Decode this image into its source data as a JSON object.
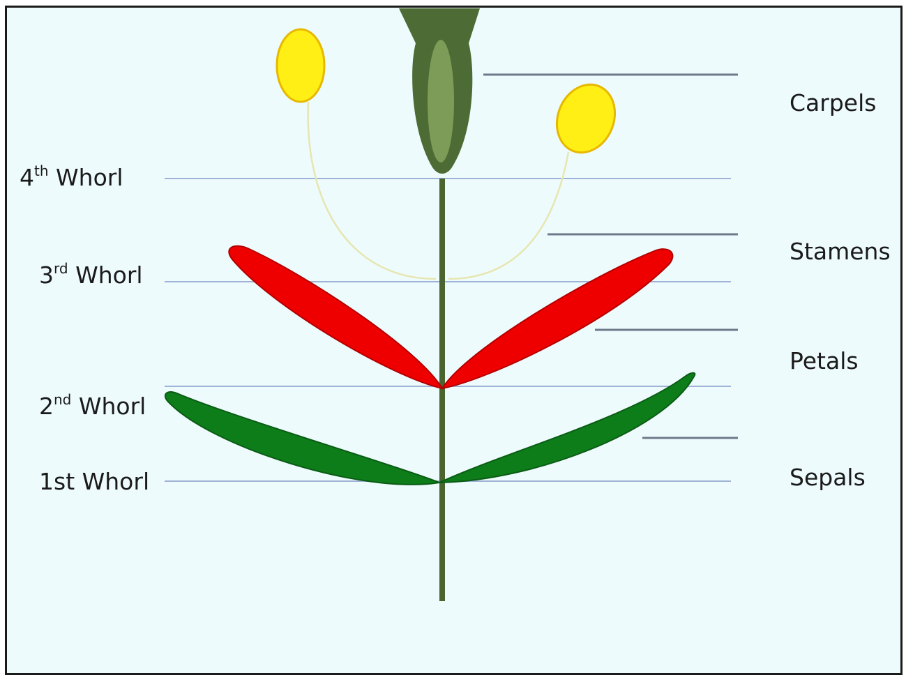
{
  "whorls": [
    {
      "num": "4",
      "sup": "th",
      "word": "Whorl"
    },
    {
      "num": "3",
      "sup": "rd",
      "word": "Whorl"
    },
    {
      "num": "2",
      "sup": "nd",
      "word": "Whorl"
    },
    {
      "num": "1st",
      "sup": "",
      "word": "Whorl"
    }
  ],
  "parts": {
    "carpels": "Carpels",
    "stamens": "Stamens",
    "petals": "Petals",
    "sepals": "Sepals"
  },
  "colors": {
    "background": "#eefbfd",
    "sepal": "#0d7d1a",
    "petal": "#ee0000",
    "anther": "#ffef14",
    "carpel_dark": "#4d6b34",
    "carpel_light": "#7d9c58",
    "stem": "#4a6530",
    "whorl_line": "#9fb3d6",
    "label_line": "#6c7a8a"
  }
}
